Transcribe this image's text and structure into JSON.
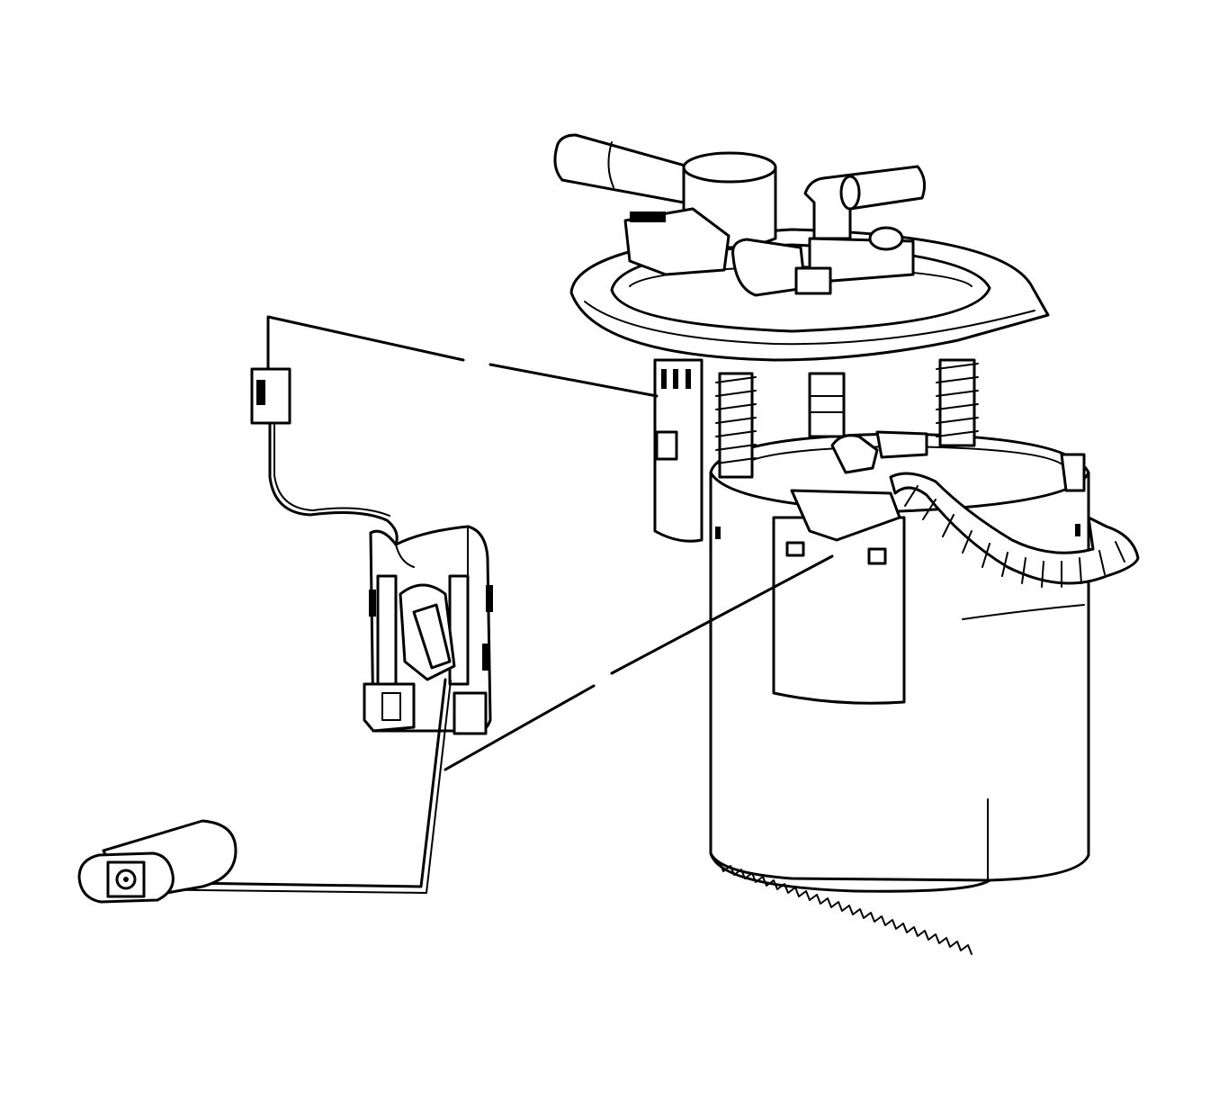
{
  "diagram": {
    "kind": "exploded-view line drawing",
    "colors": {
      "line": "#000000",
      "background": "#ffffff"
    },
    "parts": [
      "fuel-pump-module",
      "fuel-level-sensor",
      "sensor-float",
      "sensor-float-arm",
      "sensor-wiring-connector",
      "leader-line-connector",
      "leader-line-sensor"
    ]
  }
}
